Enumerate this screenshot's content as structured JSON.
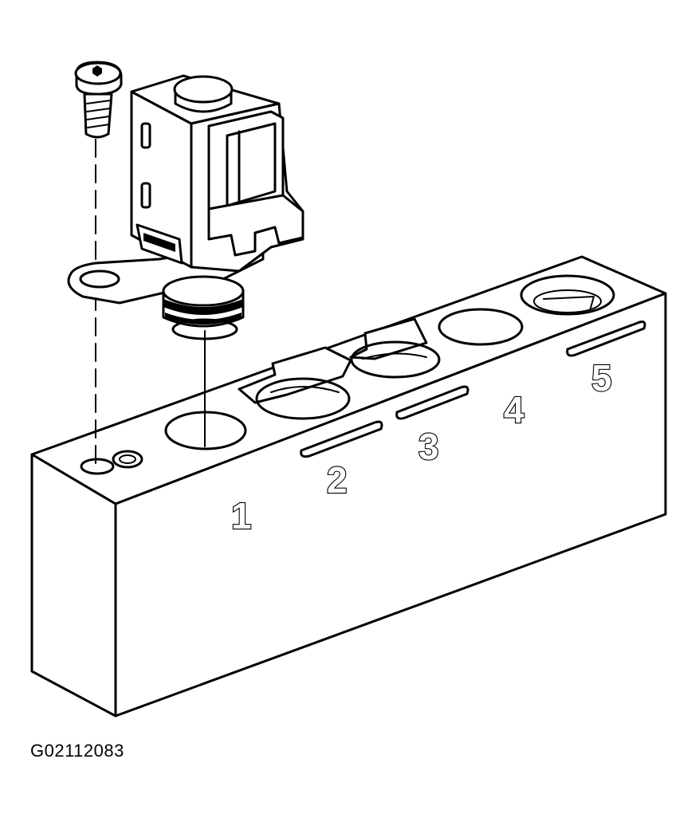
{
  "figure": {
    "id": "G02112083"
  },
  "positions": [
    {
      "label": "1"
    },
    {
      "label": "2"
    },
    {
      "label": "3"
    },
    {
      "label": "4"
    },
    {
      "label": "5"
    }
  ],
  "colors": {
    "line": "#000000",
    "background": "#ffffff"
  },
  "icons": [
    "screw-icon",
    "solenoid-icon",
    "valve-body-icon"
  ]
}
